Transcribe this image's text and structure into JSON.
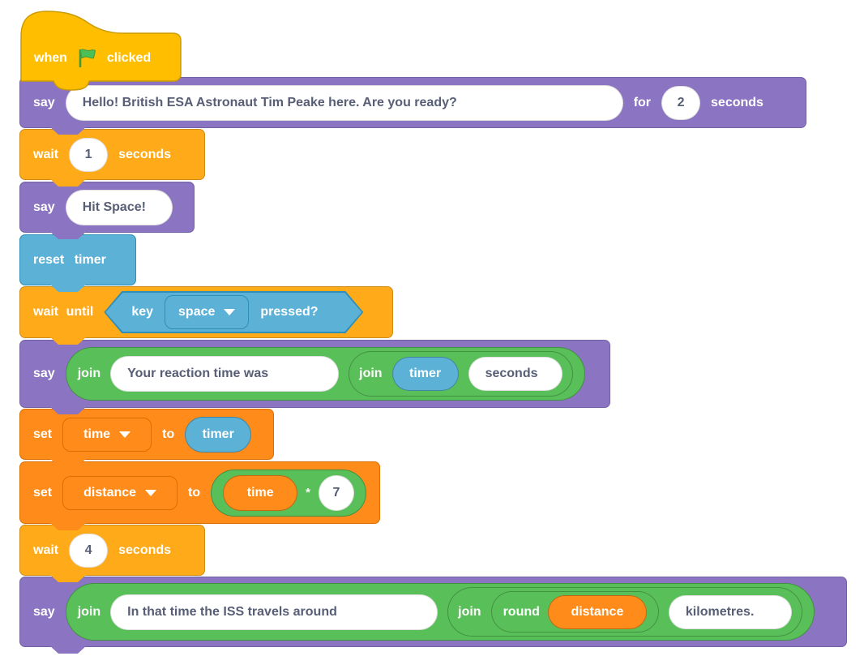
{
  "colors": {
    "events": "#FFBF00",
    "events_border": "#CC9900",
    "looks": "#8B74C1",
    "looks_border": "#7361A5",
    "control": "#FFAB19",
    "control_border": "#CF8B17",
    "sensing": "#5CB1D6",
    "sensing_border": "#2E8EB8",
    "operators": "#59C059",
    "operators_border": "#389438",
    "variables": "#FF8C1A",
    "variables_border": "#DB6E00",
    "input_text": "#575E75",
    "flag_green": "#4CBF56",
    "flag_green_dark": "#45993D"
  },
  "icons": {
    "hat_flag": "green-flag-icon",
    "dropdown": "chevron-down-icon"
  },
  "blocks": {
    "when_flag_clicked": {
      "when": "when",
      "clicked": "clicked"
    },
    "say_hello_for_seconds": {
      "say": "say",
      "message": "Hello! British ESA Astronaut Tim Peake here. Are you ready?",
      "for": "for",
      "duration": "2",
      "seconds": "seconds"
    },
    "wait_1_seconds": {
      "wait": "wait",
      "duration": "1",
      "seconds": "seconds"
    },
    "say_hit_space": {
      "say": "say",
      "message": "Hit Space!"
    },
    "reset_timer": {
      "label": "reset timer"
    },
    "wait_until_key_pressed": {
      "wait_until": "wait until",
      "key": "key",
      "selected_key": "space",
      "pressed": "pressed?"
    },
    "say_reaction_time": {
      "say": "say",
      "join_outer": "join",
      "text_1": "Your reaction time was",
      "join_inner": "join",
      "timer": "timer",
      "text_2": "seconds"
    },
    "set_time": {
      "set": "set",
      "variable": "time",
      "to": "to",
      "timer": "timer"
    },
    "set_distance": {
      "set": "set",
      "variable": "distance",
      "to": "to",
      "operand_1": "time",
      "operator": "*",
      "operand_2": "7"
    },
    "wait_4_seconds": {
      "wait": "wait",
      "duration": "4",
      "seconds": "seconds"
    },
    "say_iss_distance": {
      "say": "say",
      "join_outer": "join",
      "text_1": "In that time the ISS travels around",
      "join_inner": "join",
      "round": "round",
      "variable": "distance",
      "text_2": "kilometres."
    }
  }
}
